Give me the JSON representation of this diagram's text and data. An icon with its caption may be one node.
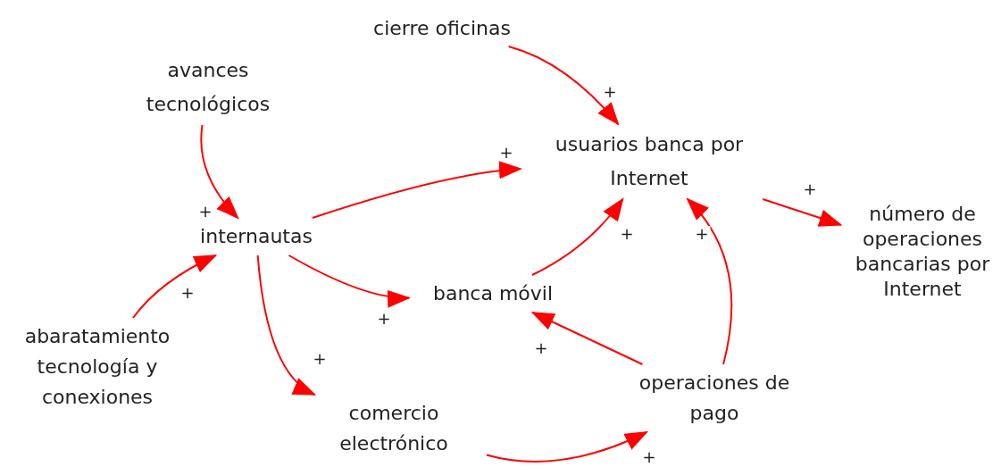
{
  "diagram": {
    "nodes": [
      {
        "text": [
          "cierre oficinas"
        ]
      },
      {
        "text": [
          "avances tecnológicos"
        ]
      },
      {
        "text": [
          "usuarios banca por Internet"
        ]
      },
      {
        "text": [
          "internautas"
        ]
      },
      {
        "text": [
          "número de operaciones bancarias por Internet"
        ]
      },
      {
        "text": [
          "banca móvil"
        ]
      },
      {
        "text": [
          "abaratamiento tecnología y conexiones"
        ]
      },
      {
        "text": [
          "operaciones de pago"
        ]
      },
      {
        "text": [
          "comercio electrónico"
        ]
      }
    ],
    "edges": [
      {
        "from": 0,
        "to": 2,
        "arrow": "to",
        "label": "+"
      },
      {
        "from": 1,
        "to": 3,
        "arrow": "to",
        "label": "+"
      },
      {
        "from": 3,
        "to": 2,
        "arrow": "to",
        "label": "+"
      },
      {
        "from": 2,
        "to": 4,
        "arrow": "to",
        "label": "+"
      },
      {
        "from": 3,
        "to": 5,
        "arrow": "to",
        "label": "+"
      },
      {
        "from": 5,
        "to": 2,
        "arrow": "to",
        "label": "+"
      },
      {
        "from": 7,
        "to": 2,
        "arrow": "to",
        "label": "+"
      },
      {
        "from": 6,
        "to": 3,
        "arrow": "to",
        "label": "+"
      },
      {
        "from": 3,
        "to": 8,
        "arrow": "to",
        "label": "+"
      },
      {
        "from": 7,
        "to": 5,
        "arrow": "to",
        "label": "+"
      },
      {
        "from": 8,
        "to": 7,
        "arrow": "to",
        "label": "+"
      }
    ]
  }
}
